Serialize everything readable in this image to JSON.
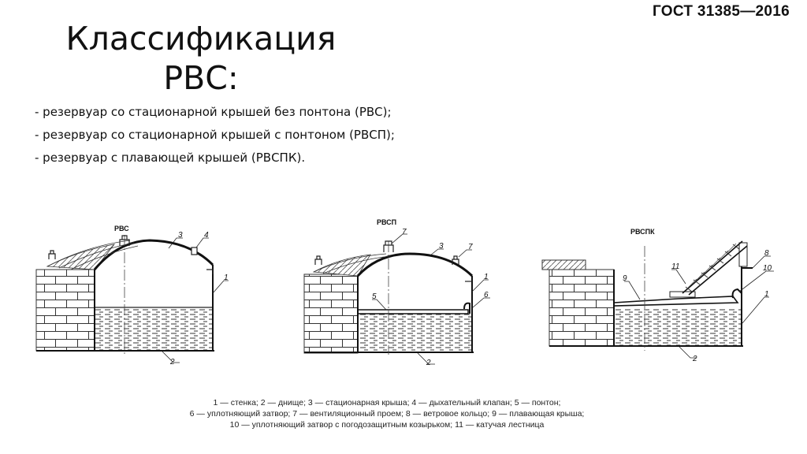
{
  "gost_label": "ГОСТ 31385—2016",
  "title": "Классификация РВС:",
  "bullets": [
    "- резервуар со стационарной крышей без понтона (РВС);",
    "- резервуар со стационарной крышей с понтоном (РВСП);",
    "- резервуар с плавающей крышей (РВСПК)."
  ],
  "tanks": {
    "rvs": {
      "label": "РВС",
      "callouts": [
        "1",
        "2",
        "3",
        "4"
      ]
    },
    "rvsp": {
      "label": "РВСП",
      "callouts": [
        "1",
        "2",
        "3",
        "5",
        "6",
        "7",
        "7"
      ]
    },
    "rvspk": {
      "label": "РВСПК",
      "callouts": [
        "1",
        "2",
        "8",
        "9",
        "10",
        "11"
      ]
    }
  },
  "legend": [
    "1 — стенка; 2 — днище; 3 — стационарная крыша; 4 — дыхательный клапан; 5 — понтон;",
    "6 — уплотняющий затвор; 7 — вентиляционный проем; 8 — ветровое кольцо; 9 — плавающая крыша;",
    "10 — уплотняющий затвор с погодозащитным козырьком; 11 — катучая лестница"
  ]
}
